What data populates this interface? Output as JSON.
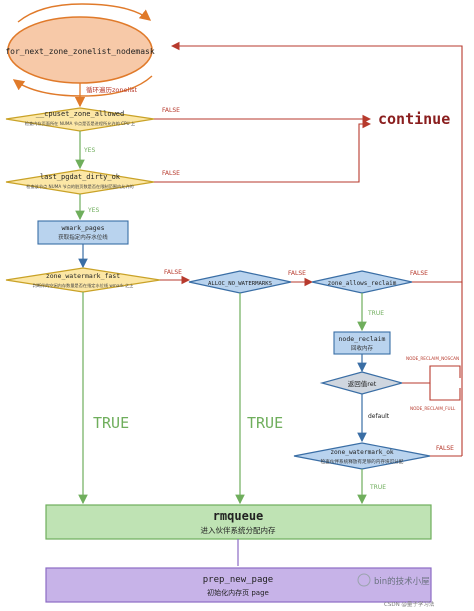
{
  "nodes": {
    "loop": {
      "label": "for_next_zone_zonelist_nodemask"
    },
    "loop_note": {
      "label": "循环遍历zonelist"
    },
    "cpuset": {
      "label": "__cpuset_zone_allowed",
      "desc": "检查内存页面所在 NUMA 节点是否是进程所允许的 CPU 上"
    },
    "dirty": {
      "label": "last_pgdat_dirty_ok",
      "desc": "检查该节点 NUMA 节点的脏页数是否在限制范围内允许的"
    },
    "wmark": {
      "label": "wmark_pages",
      "desc": "获取指定内存水位线"
    },
    "zwf": {
      "label": "zone_watermark_fast",
      "desc": "判断伴的空闲内存数量是否在指定水位线 wmark 之上"
    },
    "nowm": {
      "label": "ALLOC_NO_WATERMARKS"
    },
    "reclaim_allow": {
      "label": "zone_allows_reclaim"
    },
    "node_reclaim": {
      "label": "node_reclaim",
      "desc": "回收内存"
    },
    "ret": {
      "label": "返回值ret"
    },
    "zwok": {
      "label": "zone_watermark_ok",
      "desc": "检查伙伴系统释放有足够的内存块可分配"
    },
    "rmqueue": {
      "label": "rmqueue",
      "desc": "进入伙伴系统分配内存"
    },
    "prep": {
      "label": "prep_new_page",
      "desc": "初始化内存页 page"
    },
    "continue": {
      "label": "continue"
    }
  },
  "edges": {
    "false": "FALSE",
    "yes": "YES",
    "true_small": "TRUE",
    "true_big": "TRUE",
    "default": "default",
    "no_scan": "NODE_RECLAIM_NOSCAN",
    "full": "NODE_RECLAIM_FULL"
  },
  "watermark": {
    "brand": "bin的技术小屋",
    "credit": "CSDN @量子学习法"
  },
  "colors": {
    "loop_fill": "#f7c9a8",
    "loop_stroke": "#e07a2a",
    "decision_fill": "#fce7a6",
    "decision_stroke": "#c9a227",
    "blue_fill": "#b9d3ee",
    "blue_dark": "#3a6ea5",
    "grey_fill": "#cfd6df",
    "green_fill": "#bfe3b4",
    "green_line": "#6fae5c",
    "purple_fill": "#c7b3e8",
    "purple_line": "#8c6cc4",
    "red_line": "#b73a2d",
    "text_dark": "#222222",
    "continue_color": "#8a1e1e"
  }
}
